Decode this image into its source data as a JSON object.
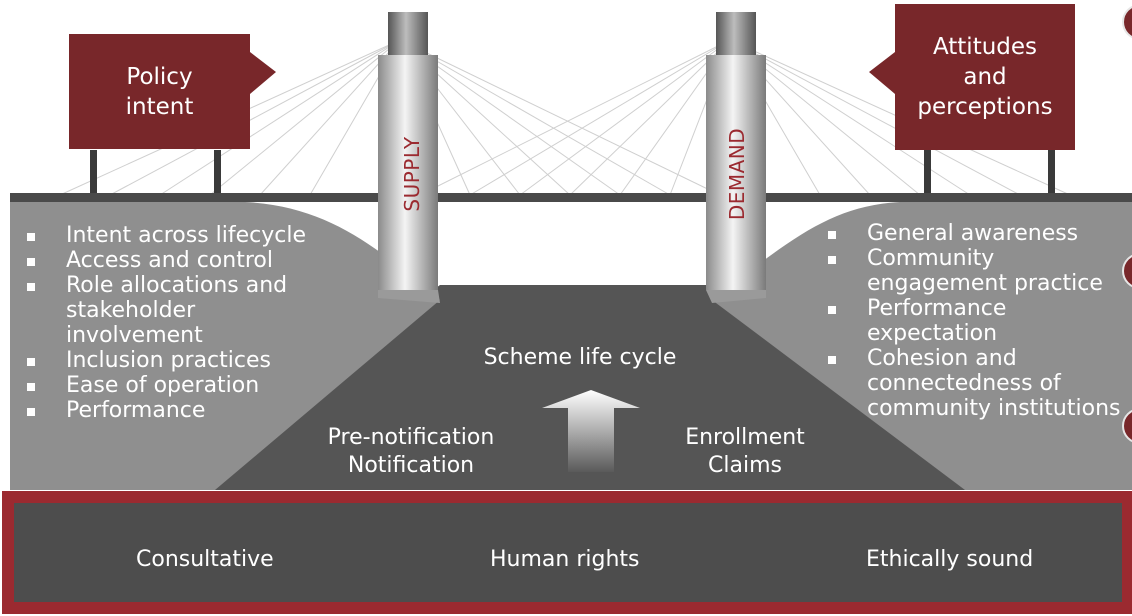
{
  "left_box": "Policy\nintent",
  "right_box": "Attitudes\nand\nperceptions",
  "supply_label": "SUPPLY",
  "demand_label": "DEMAND",
  "left_bullets": [
    "Intent across lifecycle",
    "Access and control",
    "Role allocations and stakeholder involvement",
    "Inclusion practices",
    "Ease of operation",
    "Performance"
  ],
  "right_bullets": [
    "General awareness",
    "Community engagement practice",
    "Performance expectation",
    "Cohesion and connectedness of community institutions"
  ],
  "center_title": "Scheme life cycle",
  "left_stages": "Pre-notification\nNotification",
  "right_stages": "Enrollment\nClaims",
  "base_labels": [
    "Consultative",
    "Human rights",
    "Ethically sound"
  ],
  "colors": {
    "maroon": "#78272a",
    "deck": "#4a4a4a",
    "dark_road": "#555555",
    "grey_side": "#8f8f8f",
    "base_fill": "#4d4d4d",
    "base_border": "#9b2a30"
  }
}
